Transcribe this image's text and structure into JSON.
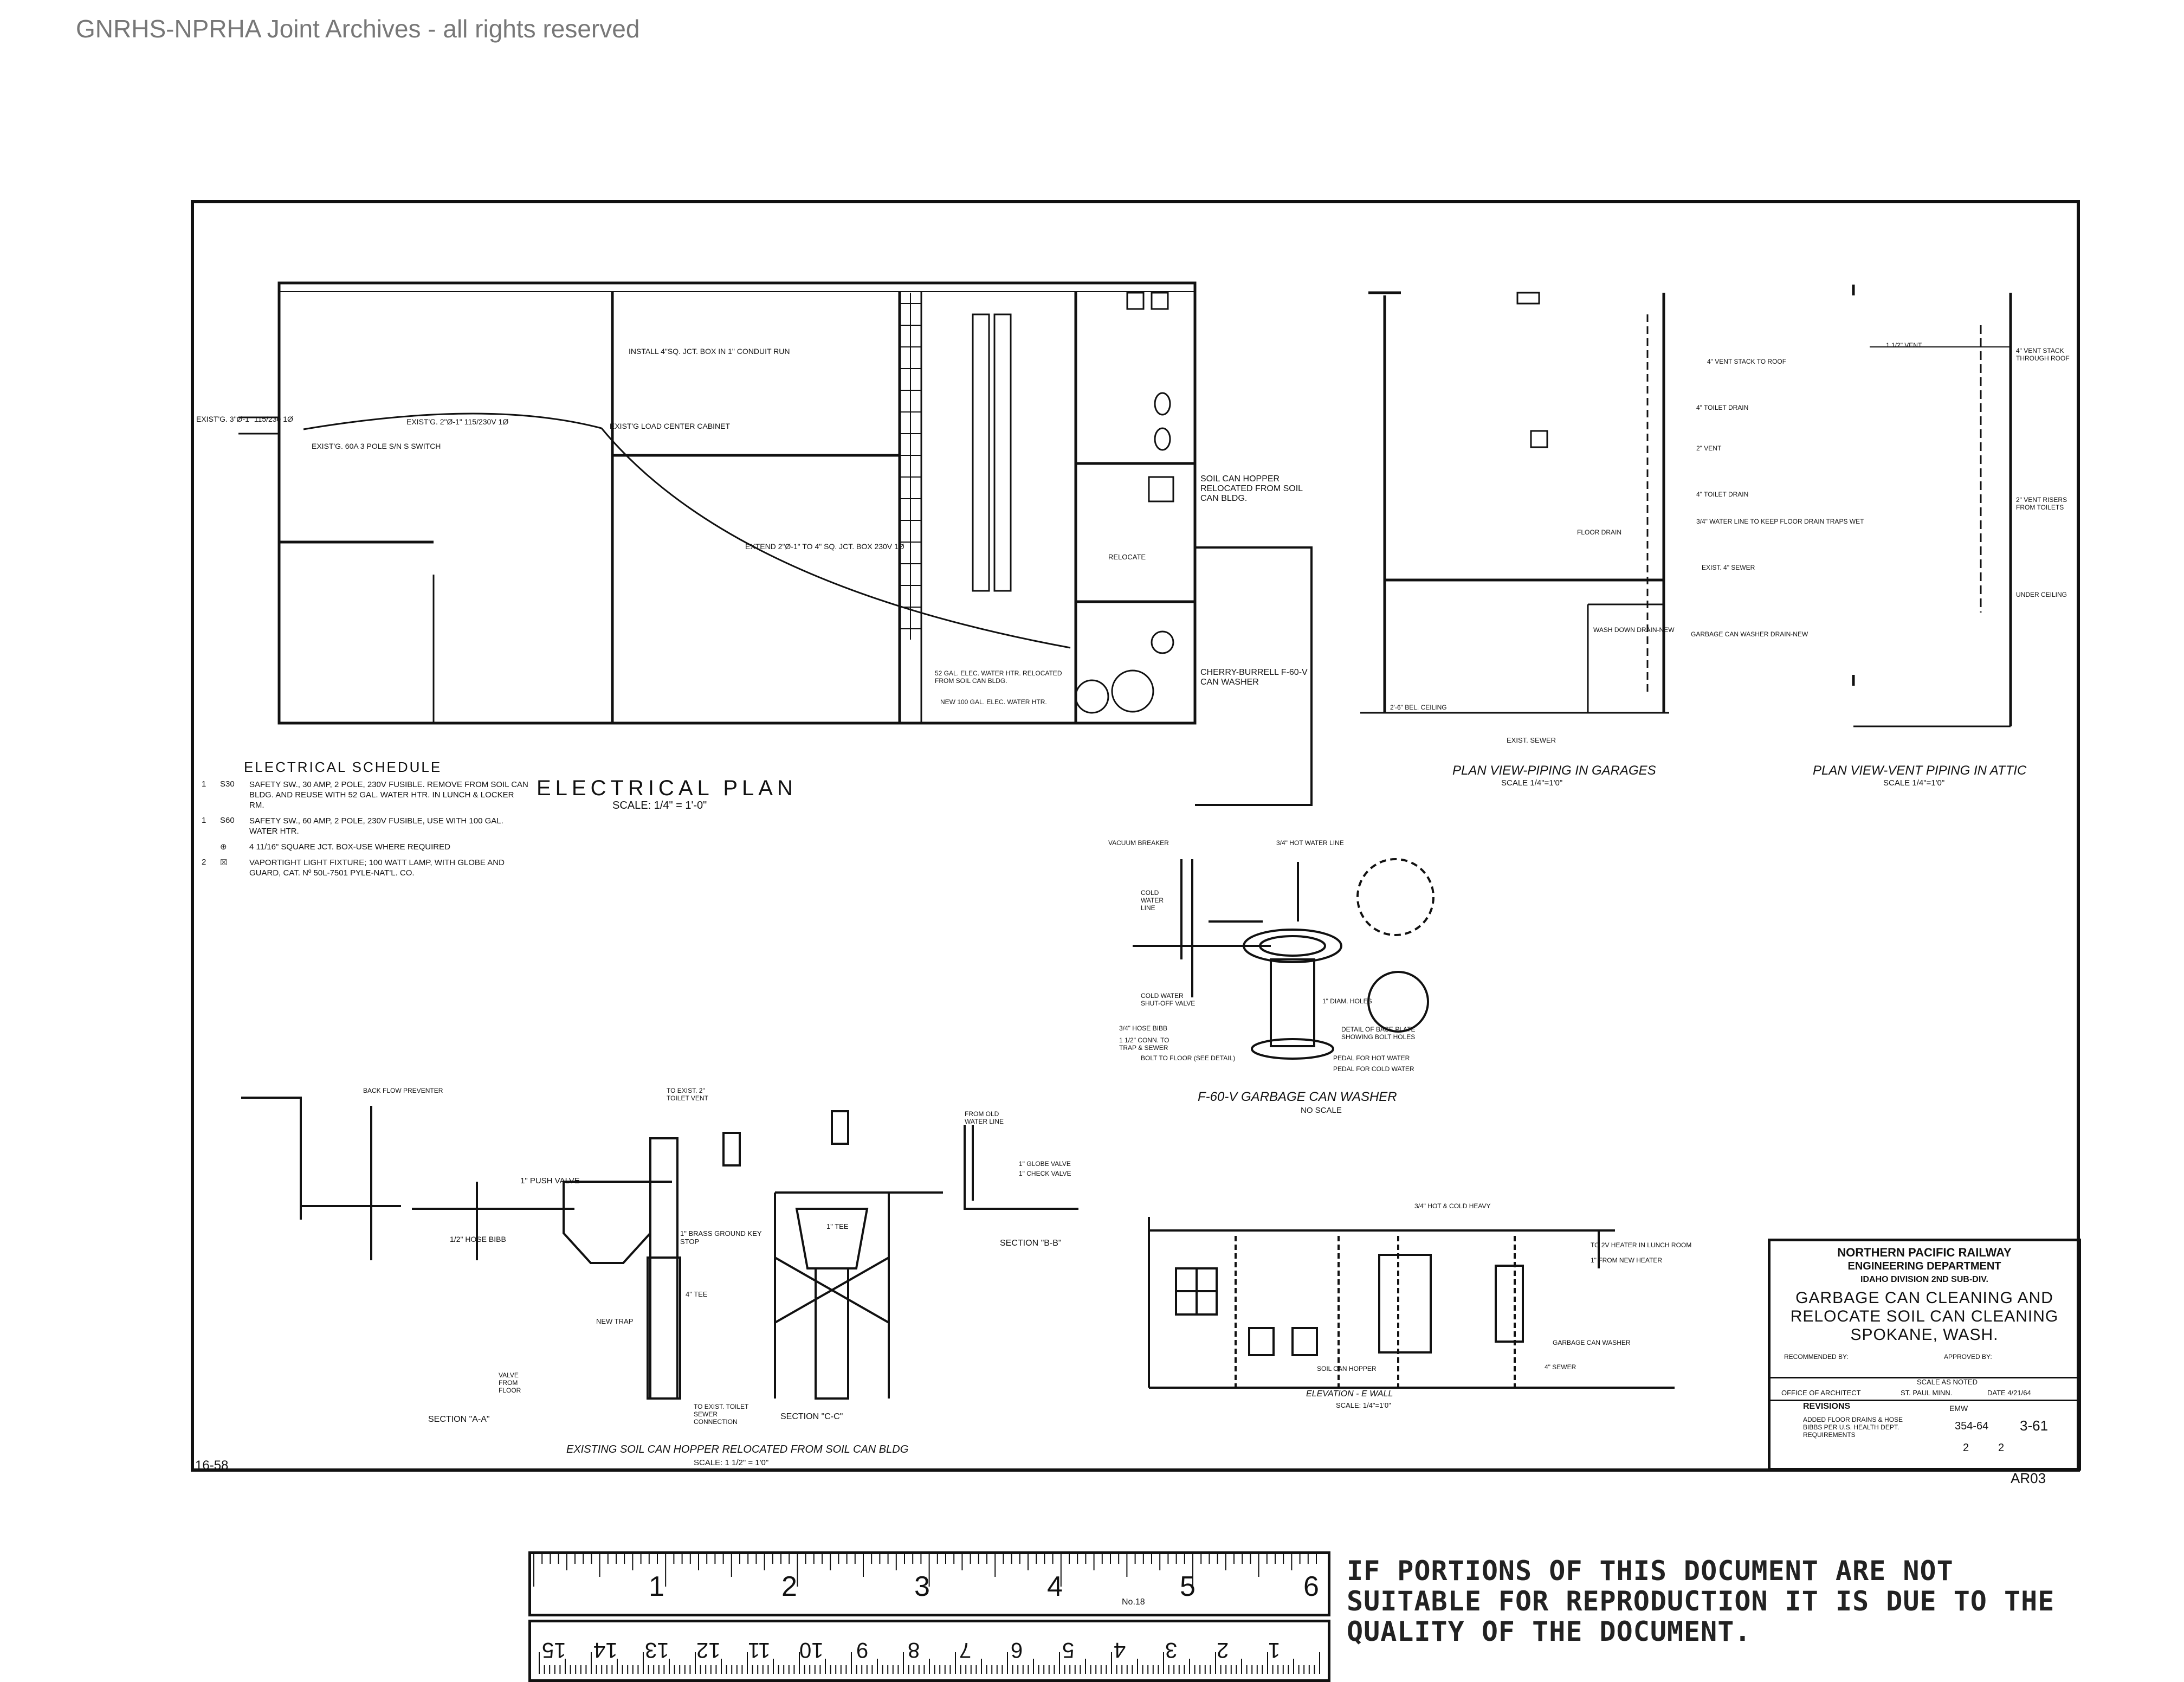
{
  "archive_notice": "GNRHS-NPRHA Joint Archives - all rights reserved",
  "electrical_plan": {
    "title": "ELECTRICAL PLAN",
    "scale": "SCALE: 1/4\" = 1'-0\"",
    "notes": [
      "INSTALL 4\"SQ. JCT. BOX IN 1\" CONDUIT RUN",
      "EXIST'G. 2\"Ø-1\" 115/230V 1Ø",
      "EXIST'G LOAD CENTER CABINET",
      "EXIST'G. 60A 3 POLE S/N S SWITCH",
      "EXIST'G. 3\"Ø-1\" 115/230 1Ø",
      "EXTEND 2\"Ø-1\" TO 4\" SQ. JCT. BOX 230V 1Ø",
      "SOIL CAN HOPPER RELOCATED FROM SOIL CAN BLDG.",
      "RELOCATE",
      "CHERRY-BURRELL F-60-V CAN WASHER",
      "52 GAL. ELEC. WATER HTR. RELOCATED FROM SOIL CAN BLDG.",
      "NEW 100 GAL. ELEC. WATER HTR."
    ]
  },
  "electrical_schedule": {
    "title": "ELECTRICAL SCHEDULE",
    "items": [
      {
        "qty": "1",
        "symbol": "S30",
        "text": "SAFETY SW., 30 AMP, 2 POLE, 230V FUSIBLE. REMOVE FROM SOIL CAN BLDG. AND REUSE WITH 52 GAL. WATER HTR. IN LUNCH & LOCKER RM."
      },
      {
        "qty": "1",
        "symbol": "S60",
        "text": "SAFETY SW., 60 AMP, 2 POLE, 230V FUSIBLE, USE WITH 100 GAL. WATER HTR."
      },
      {
        "qty": "",
        "symbol": "⊕",
        "text": "4 11/16\" SQUARE JCT. BOX-USE WHERE REQUIRED"
      },
      {
        "qty": "2",
        "symbol": "☒",
        "text": "VAPORTIGHT LIGHT FIXTURE; 100 WATT LAMP, WITH GLOBE AND GUARD, CAT. Nº 50L-7501 PYLE-NAT'L. CO."
      }
    ]
  },
  "piping_garages": {
    "title": "PLAN VIEW-PIPING IN GARAGES",
    "scale": "SCALE 1/4\"=1'0\"",
    "notes": [
      "4\" VENT STACK TO ROOF",
      "4\" TOILET DRAIN",
      "2\" VENT",
      "4\" TOILET DRAIN",
      "3/4\" WATER LINE TO KEEP FLOOR DRAIN TRAPS WET",
      "EXIST. 4\" SEWER",
      "GARBAGE CAN WASHER DRAIN-NEW",
      "EXIST. SEWER",
      "2'-6\" BEL. CEILING",
      "FLOOR DRAIN",
      "WASH DOWN DRAIN-NEW"
    ]
  },
  "piping_attic": {
    "title": "PLAN VIEW-VENT PIPING IN ATTIC",
    "scale": "SCALE 1/4\"=1'0\"",
    "notes": [
      "4\" VENT STACK THROUGH ROOF",
      "2\" VENT RISERS FROM TOILETS",
      "UNDER CEILING",
      "1 1/2\" VENT"
    ]
  },
  "can_washer": {
    "title": "F-60-V GARBAGE CAN WASHER",
    "scale": "NO SCALE",
    "notes": [
      "VACUUM BREAKER",
      "3/4\" HOT WATER LINE",
      "COLD WATER LINE",
      "COLD WATER SHUT-OFF VALVE",
      "3/4\" HOSE BIBB",
      "1 1/2\" CONN. TO TRAP & SEWER",
      "BOLT TO FLOOR (SEE DETAIL)",
      "PEDAL FOR HOT WATER",
      "PEDAL FOR COLD WATER",
      "DETAIL OF BASE PLATE SHOWING BOLT HOLES",
      "1\" DIAM. HOLES"
    ]
  },
  "sections": {
    "caption": "EXISTING SOIL CAN HOPPER RELOCATED FROM SOIL CAN BLDG",
    "scale": "SCALE: 1 1/2\" = 1'0\"",
    "labels": [
      "SECTION \"A-A\"",
      "SECTION \"C-C\"",
      "SECTION \"B-B\""
    ],
    "notes": [
      "1\" PUSH VALVE",
      "1/2\" HOSE BIBB",
      "NEW TRAP",
      "4\" TEE",
      "1\" BRASS GROUND KEY STOP",
      "1\" TEE",
      "TO EXIST. 2\" TOILET VENT",
      "TO EXIST. TOILET SEWER CONNECTION",
      "BACK FLOW PREVENTER",
      "FROM OLD WATER LINE",
      "1\" GLOBE VALVE",
      "1\" CHECK VALVE",
      "VALVE FROM FLOOR"
    ]
  },
  "elevation": {
    "title": "ELEVATION - E WALL",
    "scale": "SCALE: 1/4\"=1'0\"",
    "notes": [
      "3/4\" HOT & COLD HEAVY",
      "TO 2V HEATER IN LUNCH ROOM",
      "1\" FROM NEW HEATER",
      "GARBAGE CAN WASHER",
      "SOIL CAN HOPPER",
      "4\" SEWER"
    ]
  },
  "title_block": {
    "company": "NORTHERN PACIFIC RAILWAY",
    "department": "ENGINEERING DEPARTMENT",
    "division": "IDAHO   DIVISION   2ND SUB-DIV.",
    "title_line1": "GARBAGE CAN CLEANING AND",
    "title_line2": "RELOCATE SOIL CAN CLEANING",
    "title_line3": "SPOKANE, WASH.",
    "recommended": "RECOMMENDED BY:",
    "approved": "APPROVED BY:",
    "scale": "SCALE AS NOTED",
    "office": "OFFICE OF ARCHITECT",
    "place": "ST. PAUL MINN.",
    "date": "DATE 4/21/64",
    "revisions_label": "REVISIONS",
    "revision_note": "ADDED FLOOR DRAINS & HOSE BIBBS PER U.S. HEALTH DEPT. REQUIREMENTS",
    "drawn_by": "EMW",
    "file_no": "354-64",
    "drawing_no": "3-61",
    "sheet": "2",
    "sheet_of": "2"
  },
  "margin_marks": {
    "left_bottom": "16-58",
    "right_bottom": "AR03"
  },
  "ruler": {
    "inch_labels": [
      "1",
      "2",
      "3",
      "4",
      "5",
      "6"
    ],
    "cm_labels": [
      "1",
      "2",
      "3",
      "4",
      "5",
      "6",
      "7",
      "8",
      "9",
      "10",
      "11",
      "12",
      "13",
      "14",
      "15"
    ],
    "brand": "No.18"
  },
  "stamp": "IF PORTIONS OF THIS DOCUMENT ARE NOT SUITABLE FOR REPRODUCTION IT IS DUE TO THE QUALITY OF THE DOCUMENT."
}
